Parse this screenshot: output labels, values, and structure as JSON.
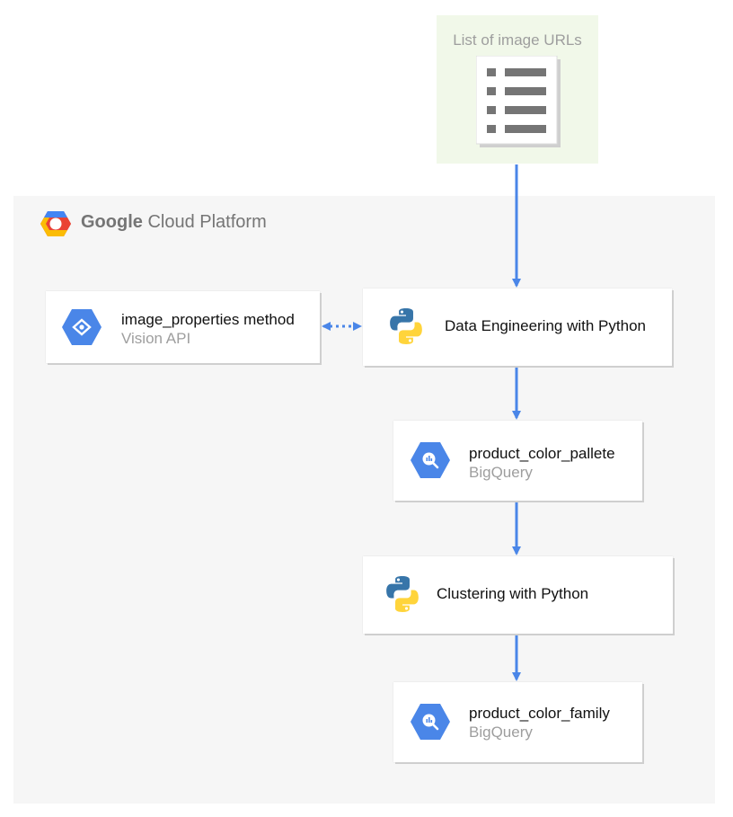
{
  "source": {
    "label": "List of image URLs",
    "icon": "list-document-icon"
  },
  "platform": {
    "title_bold": "Google",
    "title_rest": "Cloud Platform",
    "logo": "google-cloud-logo"
  },
  "nodes": {
    "vision": {
      "title": "image_properties method",
      "subtitle": "Vision API",
      "icon": "vision-api-icon"
    },
    "data_engineering": {
      "title": "Data Engineering with Python",
      "icon": "python-icon"
    },
    "palette": {
      "title": "product_color_pallete",
      "subtitle": "BigQuery",
      "icon": "bigquery-icon"
    },
    "clustering": {
      "title": "Clustering with Python",
      "icon": "python-icon"
    },
    "family": {
      "title": "product_color_family",
      "subtitle": "BigQuery",
      "icon": "bigquery-icon"
    }
  },
  "colors": {
    "arrow": "#4a86e8",
    "gcp_blue": "#4285f4",
    "python_blue": "#3775a9",
    "python_yellow": "#ffd43b",
    "source_bg": "#f1f8e9",
    "frame_bg": "#f6f6f6"
  }
}
